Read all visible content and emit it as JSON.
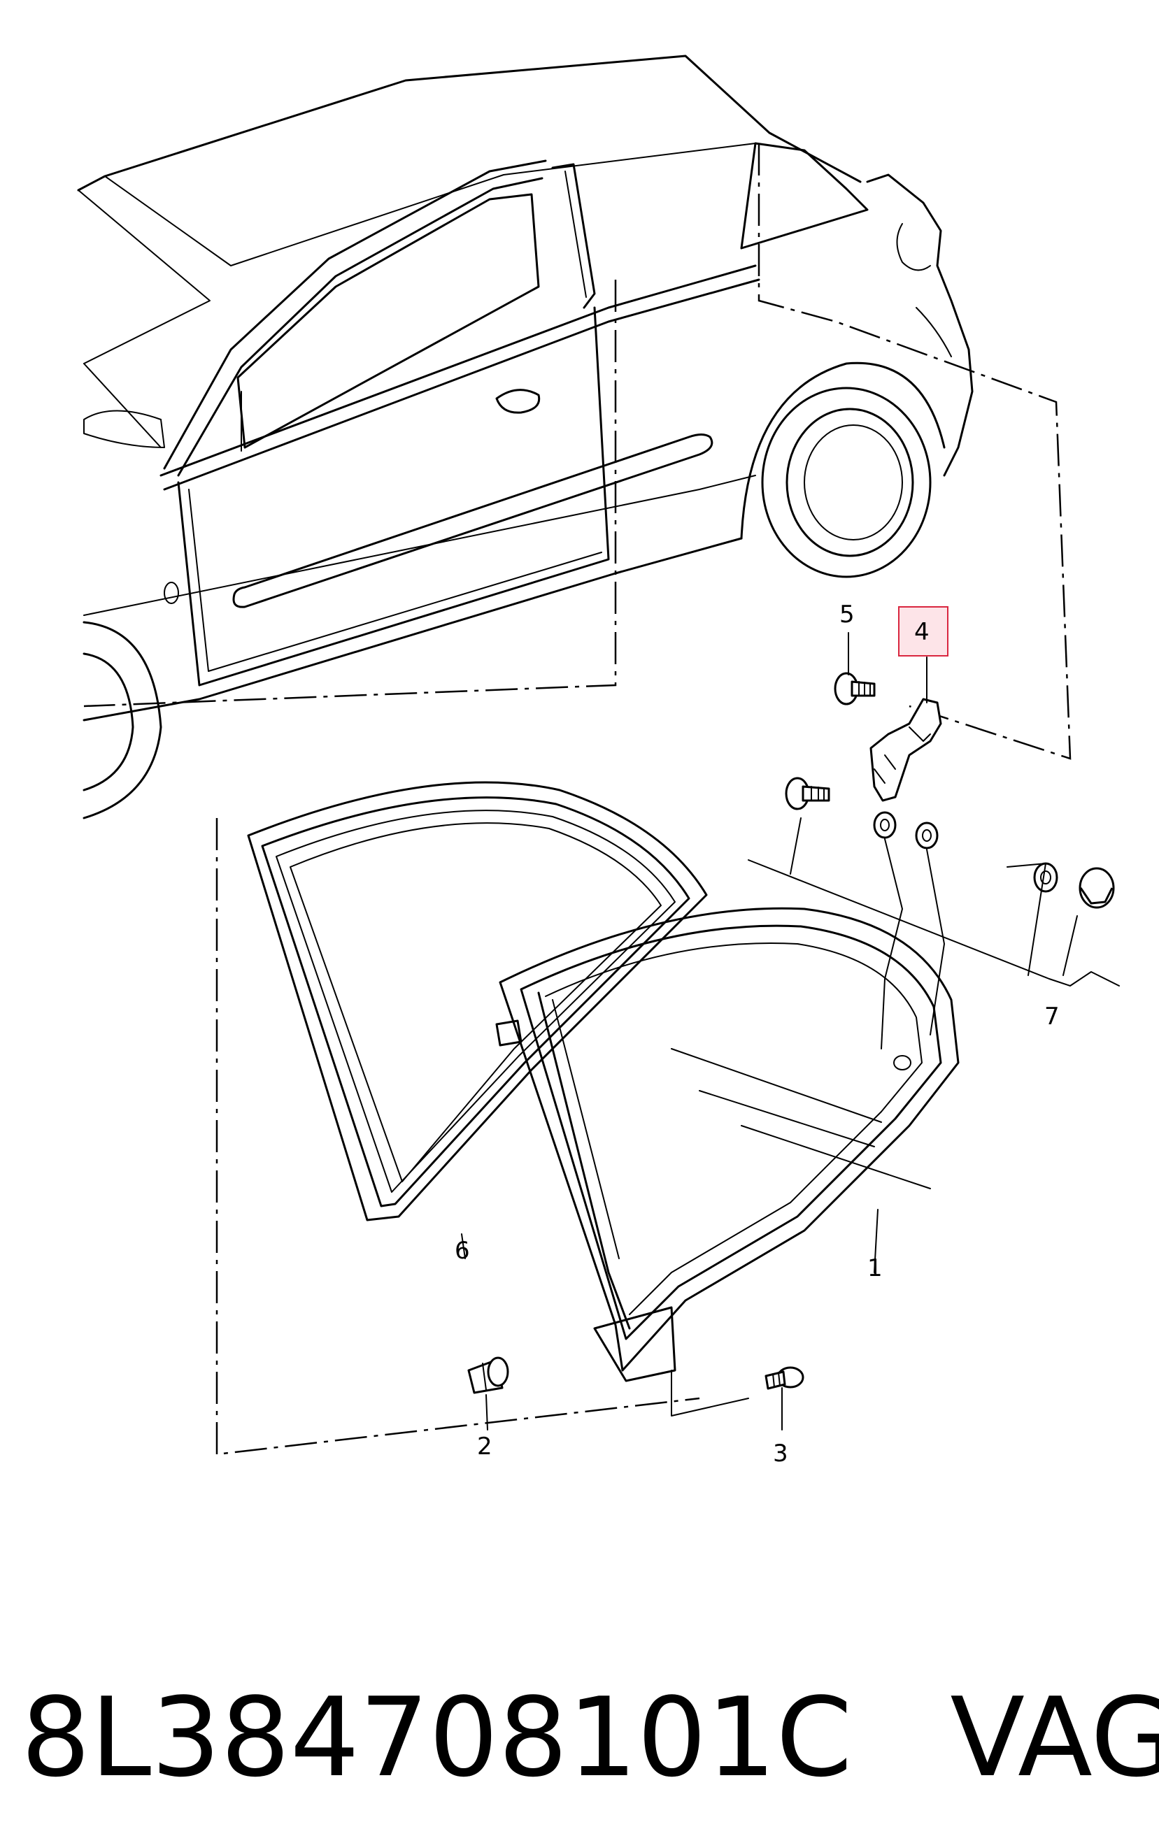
{
  "callouts": {
    "c1": "1",
    "c2": "2",
    "c3": "3",
    "c4": "4",
    "c5": "5",
    "c6": "6",
    "c7": "7"
  },
  "highlighted_callout": "4",
  "colors": {
    "highlight_fill": "#fde4e8",
    "highlight_stroke": "#d9263f",
    "line": "#000000"
  },
  "footer": {
    "part_number": "8L384708101C",
    "brand": "VAG"
  }
}
